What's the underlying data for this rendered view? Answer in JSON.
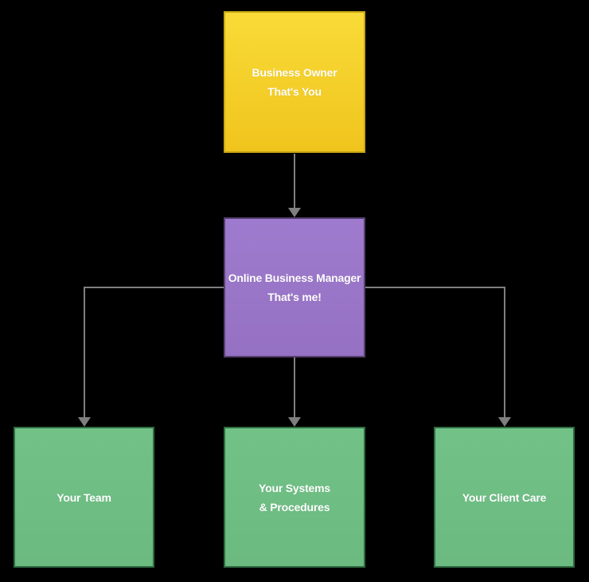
{
  "diagram": {
    "type": "org-chart-flowchart",
    "background_color": "#000000",
    "connector_color": "#7f7f7f",
    "text_color": "#ffffff",
    "nodes": [
      {
        "id": "business-owner",
        "lines": [
          "Business Owner",
          "That's You"
        ],
        "fill_gradient": [
          "#f9db38",
          "#f0c41d"
        ],
        "border_color": "#c7a716",
        "text_color": "#ffffff"
      },
      {
        "id": "online-business-manager",
        "lines": [
          "Online Business Manager",
          "That's me!"
        ],
        "fill_gradient": [
          "#9e7bce",
          "#9671c3"
        ],
        "border_color": "#54406e",
        "text_color": "#ffffff"
      },
      {
        "id": "your-team",
        "lines": [
          "Your Team"
        ],
        "fill_gradient": [
          "#72c288",
          "#6bba80"
        ],
        "border_color": "#2f6b41",
        "text_color": "#ffffff"
      },
      {
        "id": "your-systems-procedures",
        "lines": [
          "Your Systems",
          "& Procedures"
        ],
        "fill_gradient": [
          "#72c288",
          "#6bba80"
        ],
        "border_color": "#2f6b41",
        "text_color": "#ffffff"
      },
      {
        "id": "your-client-care",
        "lines": [
          "Your Client Care"
        ],
        "fill_gradient": [
          "#72c288",
          "#6bba80"
        ],
        "border_color": "#2f6b41",
        "text_color": "#ffffff"
      }
    ]
  }
}
